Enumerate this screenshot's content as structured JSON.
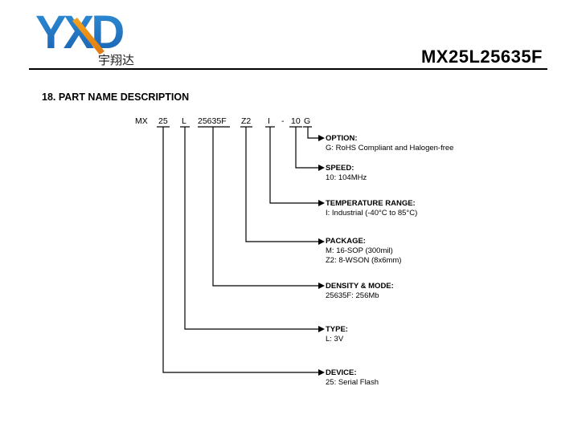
{
  "header": {
    "logo_letters": "YXD",
    "logo_chinese": "宇翔达",
    "product_name": "MX25L25635F"
  },
  "section": {
    "heading": "18. PART NAME DESCRIPTION"
  },
  "part_code": {
    "segments": [
      "MX",
      "25",
      "L",
      "25635F",
      "Z2",
      "I",
      "-",
      "10",
      "G"
    ]
  },
  "fields": {
    "option": {
      "title": "OPTION:",
      "lines": [
        "G: RoHS Compliant and Halogen-free"
      ]
    },
    "speed": {
      "title": "SPEED:",
      "lines": [
        "10: 104MHz"
      ]
    },
    "temperature": {
      "title": "TEMPERATURE RANGE:",
      "lines": [
        "I: Industrial (-40°C to 85°C)"
      ]
    },
    "package": {
      "title": "PACKAGE:",
      "lines": [
        "M: 16-SOP (300mil)",
        "Z2: 8-WSON (8x6mm)"
      ]
    },
    "density": {
      "title": "DENSITY & MODE:",
      "lines": [
        "25635F: 256Mb"
      ]
    },
    "type": {
      "title": "TYPE:",
      "lines": [
        "L: 3V"
      ]
    },
    "device": {
      "title": "DEVICE:",
      "lines": [
        "25: Serial Flash"
      ]
    }
  }
}
